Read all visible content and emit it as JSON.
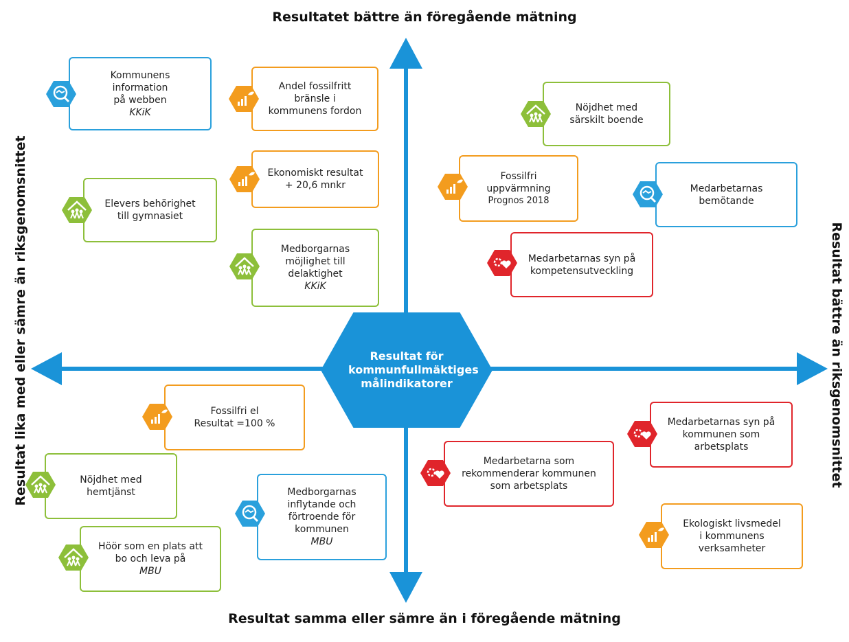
{
  "axes": {
    "top": "Resultatet bättre än föregående mätning",
    "bottom": "Resultat samma eller sämre än i föregående mätning",
    "left": "Resultat lika med eller sämre än riksgenomsnittet",
    "right": "Resultat bättre än riksgenomsnittet"
  },
  "center": "Resultat för kommunfullmäktiges målindikatorer",
  "colors": {
    "axis": "#1a93d8",
    "orange": "#f39c1e",
    "green": "#8dbf3a",
    "blue": "#2aa0dc",
    "red": "#e0252b"
  },
  "cards": [
    {
      "lines": [
        "Kommunens",
        "information",
        "på webben"
      ],
      "note": "KKiK",
      "color": "blue",
      "icon": "handshake-magnifier-icon"
    },
    {
      "lines": [
        "Andel fossilfritt",
        "bränsle i",
        "kommunens fordon"
      ],
      "color": "orange",
      "icon": "growth-chart-icon"
    },
    {
      "lines": [
        "Nöjdhet med",
        "särskilt boende"
      ],
      "color": "green",
      "icon": "people-house-icon"
    },
    {
      "lines": [
        "Ekonomiskt resultat",
        "+ 20,6 mnkr"
      ],
      "color": "orange",
      "icon": "growth-chart-icon"
    },
    {
      "lines": [
        "Elevers behörighet",
        "till gymnasiet"
      ],
      "color": "green",
      "icon": "people-house-icon"
    },
    {
      "lines": [
        "Fossilfri",
        "uppvärmning"
      ],
      "sub": "Prognos 2018",
      "color": "orange",
      "icon": "growth-chart-icon"
    },
    {
      "lines": [
        "Medarbetarnas",
        "bemötande"
      ],
      "color": "blue",
      "icon": "handshake-magnifier-icon"
    },
    {
      "lines": [
        "Medborgarnas",
        "möjlighet till",
        "delaktighet"
      ],
      "note": "KKiK",
      "color": "green",
      "icon": "people-house-icon"
    },
    {
      "lines": [
        "Medarbetarnas syn på",
        "kompetensutveckling"
      ],
      "color": "red",
      "icon": "heart-gear-icon"
    },
    {
      "lines": [
        "Fossilfri el",
        "Resultat =100 %"
      ],
      "color": "orange",
      "icon": "growth-chart-icon"
    },
    {
      "lines": [
        "Medarbetarnas syn på",
        "kommunen som",
        "arbetsplats"
      ],
      "color": "red",
      "icon": "heart-gear-icon"
    },
    {
      "lines": [
        "Medarbetarna som",
        "rekommenderar kommunen",
        "som arbetsplats"
      ],
      "color": "red",
      "icon": "heart-gear-icon"
    },
    {
      "lines": [
        "Nöjdhet med",
        "hemtjänst"
      ],
      "color": "green",
      "icon": "people-house-icon"
    },
    {
      "lines": [
        "Medborgarnas",
        "inflytande och",
        "förtroende för",
        "kommunen"
      ],
      "note": "MBU",
      "color": "blue",
      "icon": "handshake-magnifier-icon"
    },
    {
      "lines": [
        "Ekologiskt livsmedel",
        "i kommunens",
        "verksamheter"
      ],
      "color": "orange",
      "icon": "growth-chart-icon"
    },
    {
      "lines": [
        "Höör som en plats att",
        "bo och leva på"
      ],
      "note": "MBU",
      "color": "green",
      "icon": "people-house-icon"
    }
  ]
}
